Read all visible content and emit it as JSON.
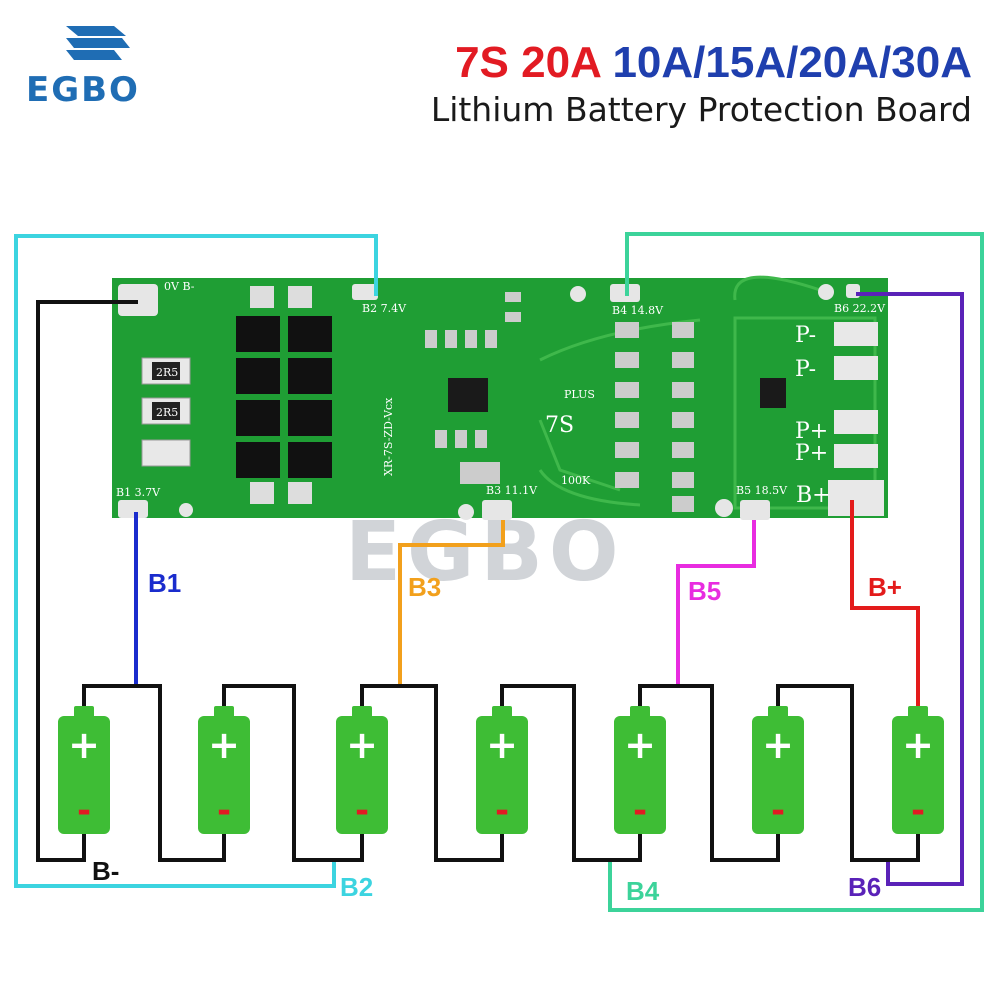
{
  "brand": {
    "logo_text": "EGBO",
    "watermark": "EGBO"
  },
  "header": {
    "spec_cells": "7S",
    "spec_current": "20A",
    "spec_options": "10A/15A/20A/30A",
    "subtitle": "Lithium Battery Protection Board"
  },
  "board": {
    "pads": {
      "b0": "0V B-",
      "b1": "B1 3.7V",
      "b2": "B2 7.4V",
      "b3": "B3 11.1V",
      "b4": "B4 14.8V",
      "b5": "B5 18.5V",
      "b6": "B6 22.2V"
    },
    "right_labels": [
      "P-",
      "P-",
      "P+",
      "P+",
      "B+"
    ],
    "model": "XR-7S-ZD-Vcx",
    "series_mark": "7S",
    "plus_mark": "PLUS",
    "resistor_mark": "100K",
    "shunt_marks": [
      "2R5",
      "2R5"
    ]
  },
  "wires": {
    "labels": [
      "B1",
      "B2",
      "B3",
      "B4",
      "B5",
      "B6",
      "B+",
      "B-"
    ],
    "colors": {
      "B-": "#111111",
      "B1": "#1a2ccd",
      "B2": "#3cd4e0",
      "B3": "#f2a01c",
      "B4": "#3cd39a",
      "B5": "#e82ce0",
      "B6": "#5a22b8",
      "B+": "#e31b1b"
    }
  },
  "cells": {
    "count": 7,
    "plus_symbol": "+",
    "minus_symbol": "-",
    "body_color": "#3ebd35",
    "minus_color": "#e21b23"
  },
  "colors": {
    "pcb": "#1f9e34",
    "brand_blue": "#1f6db4",
    "title_red": "#e21b23",
    "title_blue": "#1f3fae"
  }
}
